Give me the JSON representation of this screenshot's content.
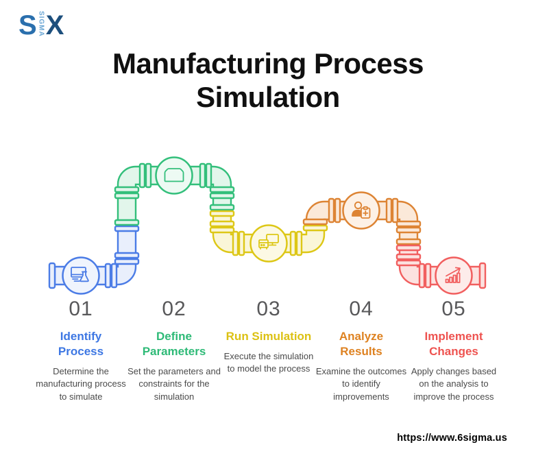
{
  "logo": {
    "s": "S",
    "sigma": "SIGMA",
    "x": "X"
  },
  "header": {
    "title": "Manufacturing Process\nSimulation"
  },
  "steps": [
    {
      "number": "01",
      "title": "Identify\nProcess",
      "description": "Determine the manufacturing process to simulate",
      "icon": "computer-flask-icon",
      "colors": {
        "pipe_stroke": "#4b7ce6",
        "pipe_fill": "#e9effc",
        "node_fill": "#eff4fd",
        "title_text": "#3d77e3"
      }
    },
    {
      "number": "02",
      "title": "Define\nParameters",
      "description": "Set the parameters and constraints for the simulation",
      "icon": "container-panel-icon",
      "colors": {
        "pipe_stroke": "#33bf7b",
        "pipe_fill": "#e2f6eb",
        "node_fill": "#edfaf3",
        "title_text": "#2eba77"
      }
    },
    {
      "number": "03",
      "title": "Run Simulation",
      "description": "Execute the simulation to model the process",
      "icon": "computer-terminal-icon",
      "colors": {
        "pipe_stroke": "#ddc716",
        "pipe_fill": "#faf6d8",
        "node_fill": "#fcf9e4",
        "title_text": "#dcc113"
      }
    },
    {
      "number": "04",
      "title": "Analyze\nResults",
      "description": "Examine the outcomes to identify improvements",
      "icon": "analyst-clipboard-icon",
      "colors": {
        "pipe_stroke": "#dd8434",
        "pipe_fill": "#fbe9d9",
        "node_fill": "#fdf1e6",
        "title_text": "#de8221"
      }
    },
    {
      "number": "05",
      "title": "Implement\nChanges",
      "description": "Apply changes based on the analysis to improve the process",
      "icon": "growth-chart-icon",
      "colors": {
        "pipe_stroke": "#f15f5f",
        "pipe_fill": "#fce2e0",
        "node_fill": "#fdecea",
        "title_text": "#ee5350"
      }
    }
  ],
  "footer": {
    "url": "https://www.6sigma.us"
  }
}
